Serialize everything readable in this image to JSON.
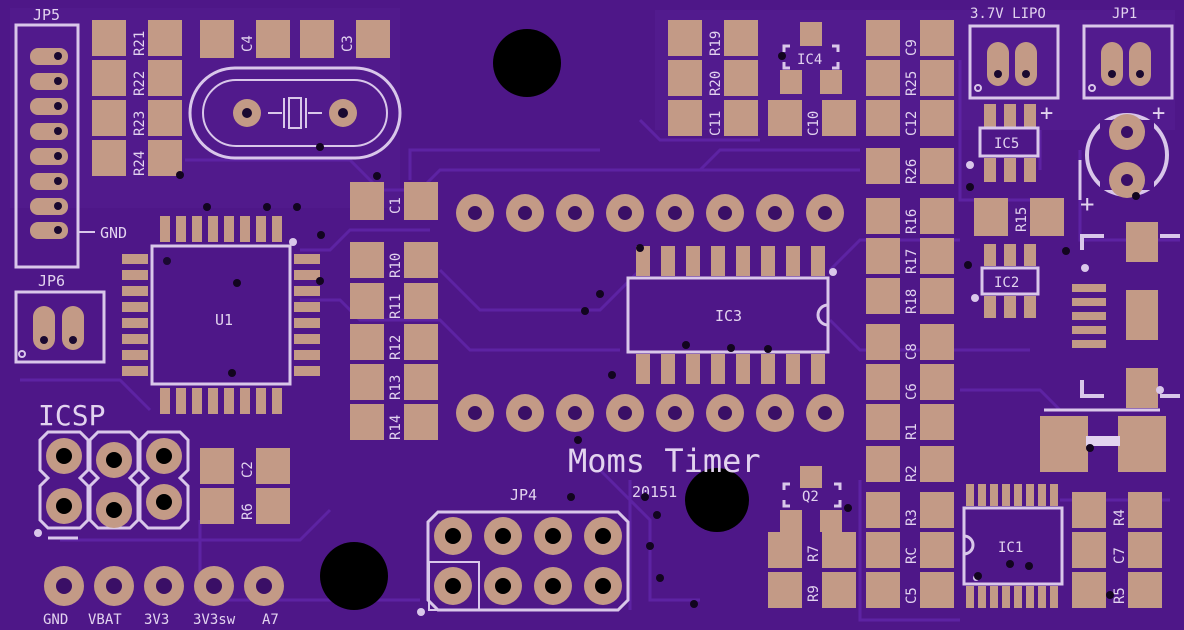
{
  "board": {
    "title": "Moms Timer",
    "date": "20151",
    "colors": {
      "base": "#4e1788",
      "copper": "#c39a86",
      "silk": "#e2d3ef",
      "hole": "#000000"
    }
  },
  "connectors": {
    "jp5": "JP5",
    "jp6": "JP6",
    "jp4": "JP4",
    "jp1": "JP1",
    "lipo": "3.7V LIPO",
    "gnd": "GND",
    "icsp": "ICSP"
  },
  "bottom_pins": [
    "GND",
    "VBAT",
    "3V3",
    "3V3sw",
    "A7"
  ],
  "ics": {
    "u1": "U1",
    "ic1": "IC1",
    "ic2": "IC2",
    "ic3": "IC3",
    "ic4": "IC4",
    "ic5": "IC5",
    "q2": "Q2"
  },
  "labels": {
    "r21": "R21",
    "r22": "R22",
    "r23": "R23",
    "r24": "R24",
    "c4": "C4",
    "c3": "C3",
    "c1": "C1",
    "r10": "R10",
    "r11": "R11",
    "r12": "R12",
    "r13": "R13",
    "r14": "R14",
    "c2": "C2",
    "r6": "R6",
    "r19": "R19",
    "r20": "R20",
    "c11": "C11",
    "c10": "C10",
    "c9": "C9",
    "r25": "R25",
    "c12": "C12",
    "r26": "R26",
    "r16": "R16",
    "r17": "R17",
    "r18": "R18",
    "c8": "C8",
    "c6": "C6",
    "r1": "R1",
    "r2": "R2",
    "r3": "R3",
    "rc": "RC",
    "c5": "C5",
    "r7": "R7",
    "r9": "R9",
    "r15": "R15",
    "r4": "R4",
    "c7": "C7",
    "r5": "R5",
    "plus1": "+",
    "plus2": "+",
    "plus3": "+"
  }
}
